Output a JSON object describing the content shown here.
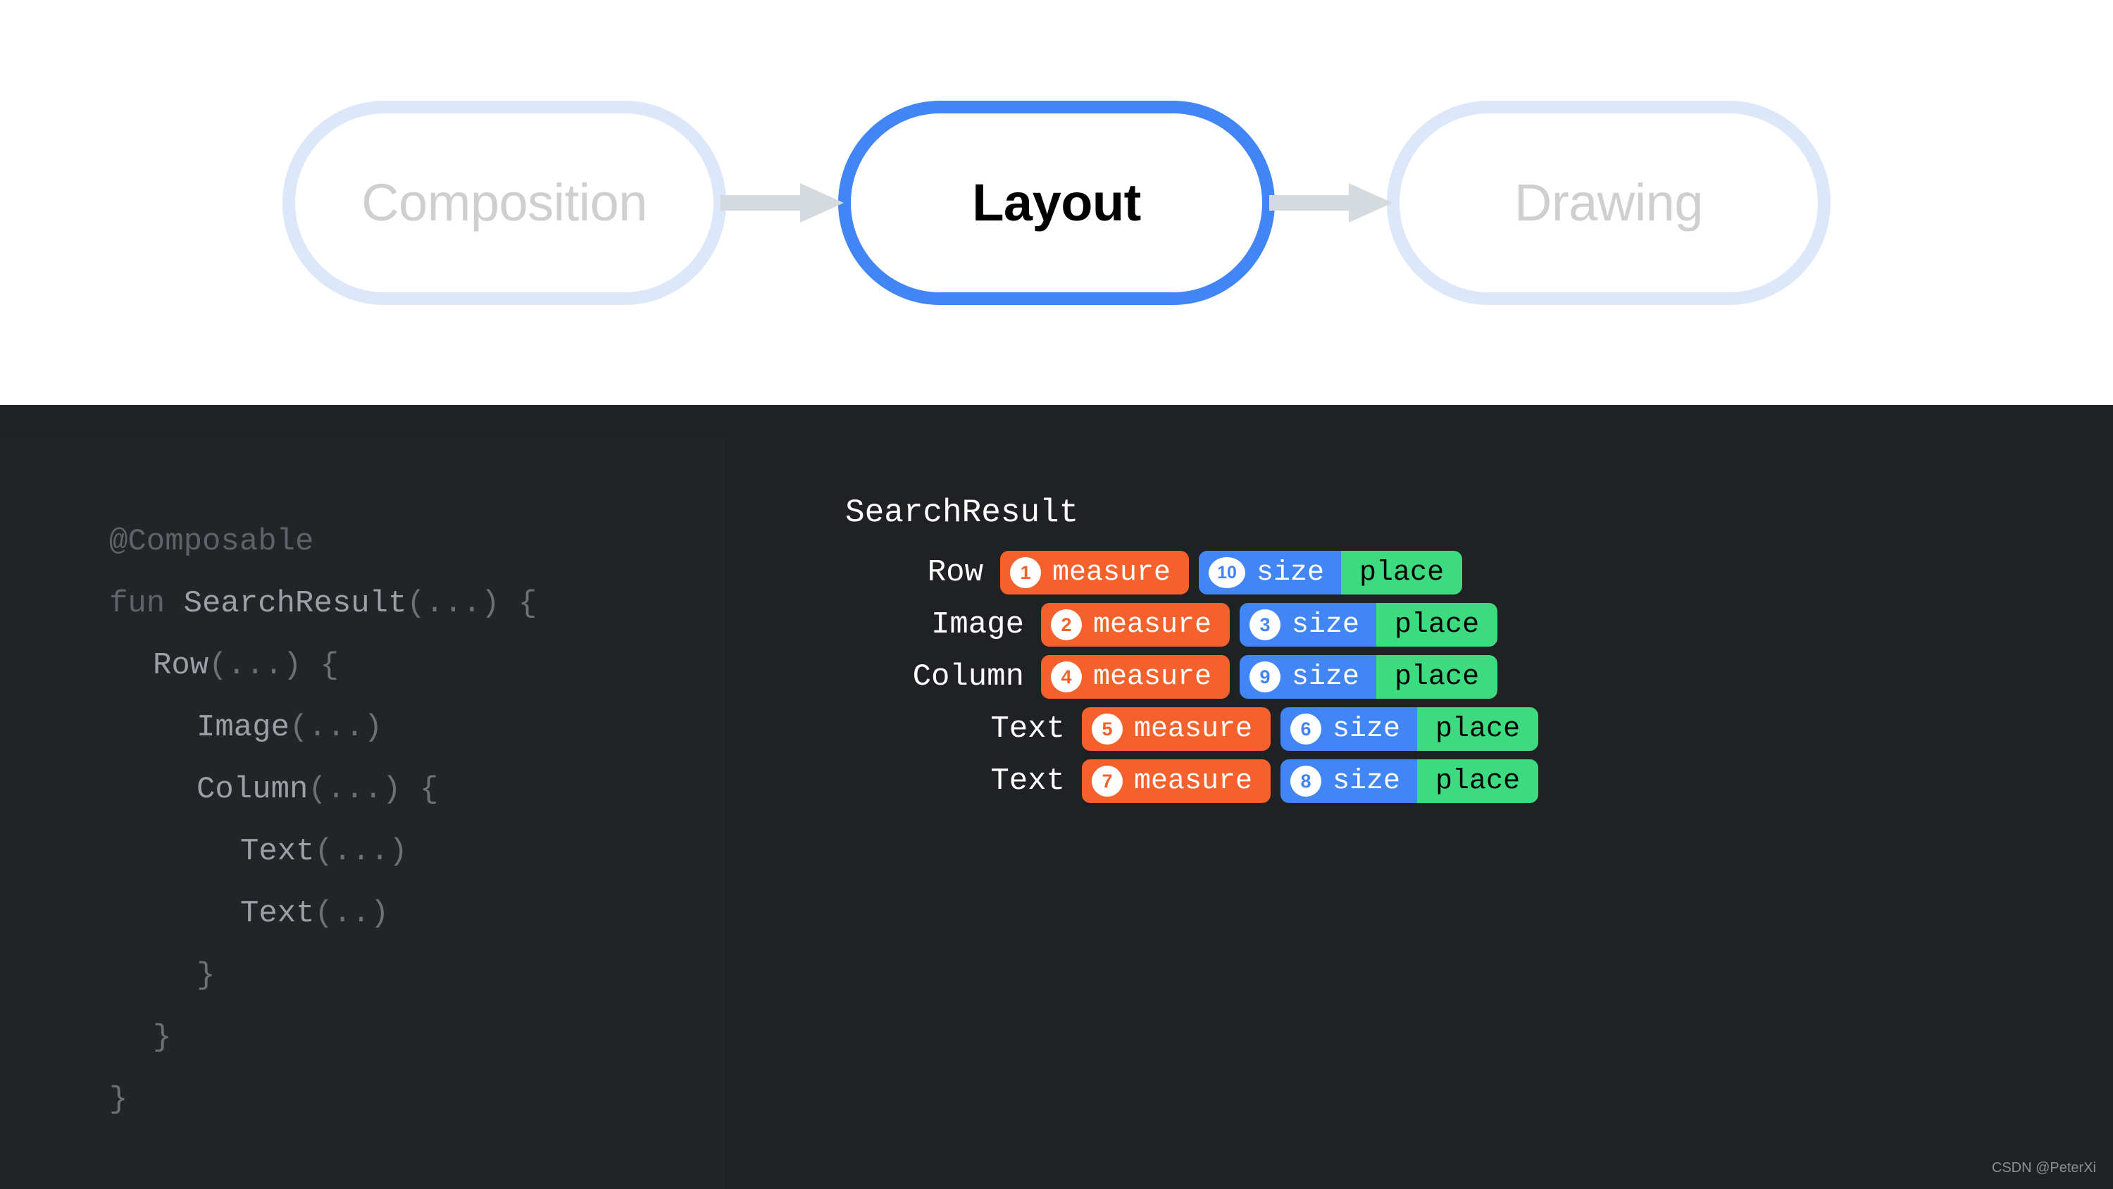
{
  "phases": {
    "items": [
      {
        "label": "Composition",
        "state": "inactive"
      },
      {
        "label": "Layout",
        "state": "active"
      },
      {
        "label": "Drawing",
        "state": "inactive"
      }
    ],
    "arrow_icon": "arrow-right-icon",
    "active_color": "#4285f4",
    "inactive_border_color": "#dde7fa",
    "inactive_text_color": "#cfcfcf",
    "arrow_color": "#d5dade"
  },
  "code": {
    "language": "kotlin",
    "lines": [
      {
        "indent": 0,
        "tokens": [
          {
            "t": "@Composable",
            "c": "dim"
          }
        ]
      },
      {
        "indent": 0,
        "tokens": [
          {
            "t": "fun ",
            "c": "dim"
          },
          {
            "t": "SearchResult",
            "c": "id"
          },
          {
            "t": "(...) {",
            "c": "punc"
          }
        ]
      },
      {
        "indent": 1,
        "tokens": [
          {
            "t": "Row",
            "c": "id"
          },
          {
            "t": "(...) {",
            "c": "punc"
          }
        ]
      },
      {
        "indent": 2,
        "tokens": [
          {
            "t": "Image",
            "c": "id"
          },
          {
            "t": "(...)",
            "c": "punc"
          }
        ]
      },
      {
        "indent": 2,
        "tokens": [
          {
            "t": "Column",
            "c": "id"
          },
          {
            "t": "(...) {",
            "c": "punc"
          }
        ]
      },
      {
        "indent": 3,
        "tokens": [
          {
            "t": "Text",
            "c": "id"
          },
          {
            "t": "(...)",
            "c": "punc"
          }
        ]
      },
      {
        "indent": 3,
        "tokens": [
          {
            "t": "Text",
            "c": "id"
          },
          {
            "t": "(..)",
            "c": "punc"
          }
        ]
      },
      {
        "indent": 2,
        "tokens": [
          {
            "t": "}",
            "c": "punc"
          }
        ]
      },
      {
        "indent": 1,
        "tokens": [
          {
            "t": "}",
            "c": "punc"
          }
        ]
      },
      {
        "indent": 0,
        "tokens": [
          {
            "t": "}",
            "c": "punc"
          }
        ]
      }
    ]
  },
  "diagram": {
    "title": "SearchResult",
    "measure_label": "measure",
    "size_label": "size",
    "place_label": "place",
    "colors": {
      "measure": "#f4612c",
      "size": "#4285f4",
      "place": "#3ddb80",
      "background": "#202125",
      "panel": "#232428"
    },
    "rows": [
      {
        "node": "Row",
        "measure_step": "1",
        "size_step": "10",
        "indent": 0
      },
      {
        "node": "Image",
        "measure_step": "2",
        "size_step": "3",
        "indent": 1
      },
      {
        "node": "Column",
        "measure_step": "4",
        "size_step": "9",
        "indent": 1
      },
      {
        "node": "Text",
        "measure_step": "5",
        "size_step": "6",
        "indent": 2
      },
      {
        "node": "Text",
        "measure_step": "7",
        "size_step": "8",
        "indent": 2
      }
    ]
  },
  "watermark": {
    "text": "CSDN @PeterXi"
  }
}
